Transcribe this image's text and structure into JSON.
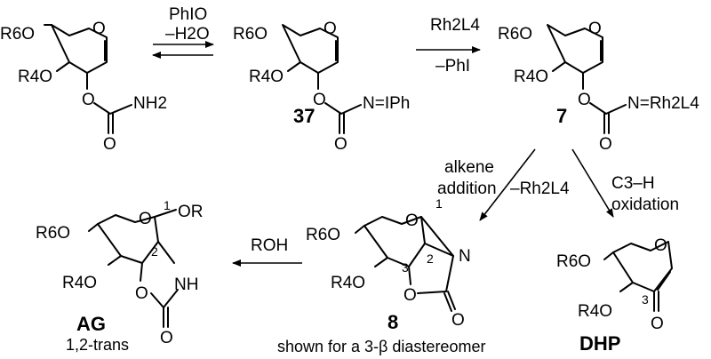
{
  "scheme": {
    "reagents": {
      "equilibrium_top": "PhIO",
      "equilibrium_bottom": "–H2O",
      "rh_top": "Rh2L4",
      "rh_bottom": "–PhI",
      "alkene_line1": "alkene",
      "alkene_line2": "addition",
      "alkene_loss": "–Rh2L4",
      "ch_line1": "C3–H",
      "ch_line2": "oxidation",
      "roh": "ROH"
    },
    "compounds": {
      "c37": "37",
      "c7": "7",
      "c8": "8",
      "ag": "AG",
      "ag_caption": "1,2-trans",
      "dhp": "DHP",
      "c8_caption": "shown for a 3-β diastereomer"
    },
    "atoms": {
      "r6o": "R6O",
      "r4o": "R4O",
      "o": "O",
      "nh2": "NH2",
      "nh": "NH",
      "n": "N",
      "or": "OR",
      "iph": "N=IPh",
      "rh": "N=Rh2L4",
      "pos1": "1",
      "pos2": "2",
      "pos3": "3"
    }
  }
}
